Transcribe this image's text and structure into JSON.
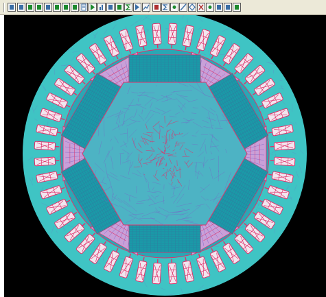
{
  "toolbar": {
    "buttons": [
      {
        "name": "toolbar-button-1",
        "color": "#3a6ea5",
        "glyph": "box"
      },
      {
        "name": "toolbar-button-2",
        "color": "#3a6ea5",
        "glyph": "box"
      },
      {
        "name": "toolbar-button-3",
        "color": "#1d8a2e",
        "glyph": "box"
      },
      {
        "name": "toolbar-button-4",
        "color": "#1d8a2e",
        "glyph": "box"
      },
      {
        "name": "toolbar-button-5",
        "color": "#3a6ea5",
        "glyph": "box"
      },
      {
        "name": "toolbar-button-6",
        "color": "#1d8a2e",
        "glyph": "box"
      },
      {
        "name": "toolbar-button-7",
        "color": "#1d8a2e",
        "glyph": "box"
      },
      {
        "name": "toolbar-button-8",
        "color": "#1d8a2e",
        "glyph": "box"
      },
      {
        "name": "toolbar-button-9",
        "color": "#3a6ea5",
        "glyph": "doc"
      },
      {
        "name": "toolbar-button-10",
        "color": "#1d8a2e",
        "glyph": "play"
      },
      {
        "name": "toolbar-button-11",
        "color": "#3a6ea5",
        "glyph": "bar"
      },
      {
        "name": "toolbar-button-12",
        "color": "#3a6ea5",
        "glyph": "box"
      },
      {
        "name": "toolbar-button-13",
        "color": "#1d8a2e",
        "glyph": "box"
      },
      {
        "name": "toolbar-button-14",
        "color": "#1d8a2e",
        "glyph": "sigma"
      },
      {
        "name": "toolbar-button-15",
        "color": "#3a6ea5",
        "glyph": "play"
      },
      {
        "name": "toolbar-button-16",
        "color": "#3a6ea5",
        "glyph": "chart"
      },
      {
        "name": "toolbar-button-17",
        "color": "#b03030",
        "glyph": "box"
      },
      {
        "name": "toolbar-button-18",
        "color": "#3a6ea5",
        "glyph": "sigma"
      },
      {
        "name": "toolbar-button-19",
        "color": "#1d8a2e",
        "glyph": "dot"
      },
      {
        "name": "toolbar-button-20",
        "color": "#3a6ea5",
        "glyph": "line"
      },
      {
        "name": "toolbar-button-21",
        "color": "#3a6ea5",
        "glyph": "diamond"
      },
      {
        "name": "toolbar-button-22",
        "color": "#b03030",
        "glyph": "cross"
      },
      {
        "name": "toolbar-button-23",
        "color": "#1d8a2e",
        "glyph": "dot"
      },
      {
        "name": "toolbar-button-24",
        "color": "#3a6ea5",
        "glyph": "box"
      },
      {
        "name": "toolbar-button-25",
        "color": "#3a6ea5",
        "glyph": "box"
      },
      {
        "name": "toolbar-button-26",
        "color": "#1d8a2e",
        "glyph": "box"
      }
    ]
  },
  "viewport": {
    "background": "#000000",
    "colors": {
      "stator": "#3fc4c4",
      "rotor": "#2aa7b4",
      "magnet": "#1a9aa8",
      "mesh_dense": "#e0306a",
      "mesh_light": "#7a5fc8",
      "slot_fill": "#c9a0d8"
    },
    "slot_count": 48,
    "magnet_count": 6
  }
}
